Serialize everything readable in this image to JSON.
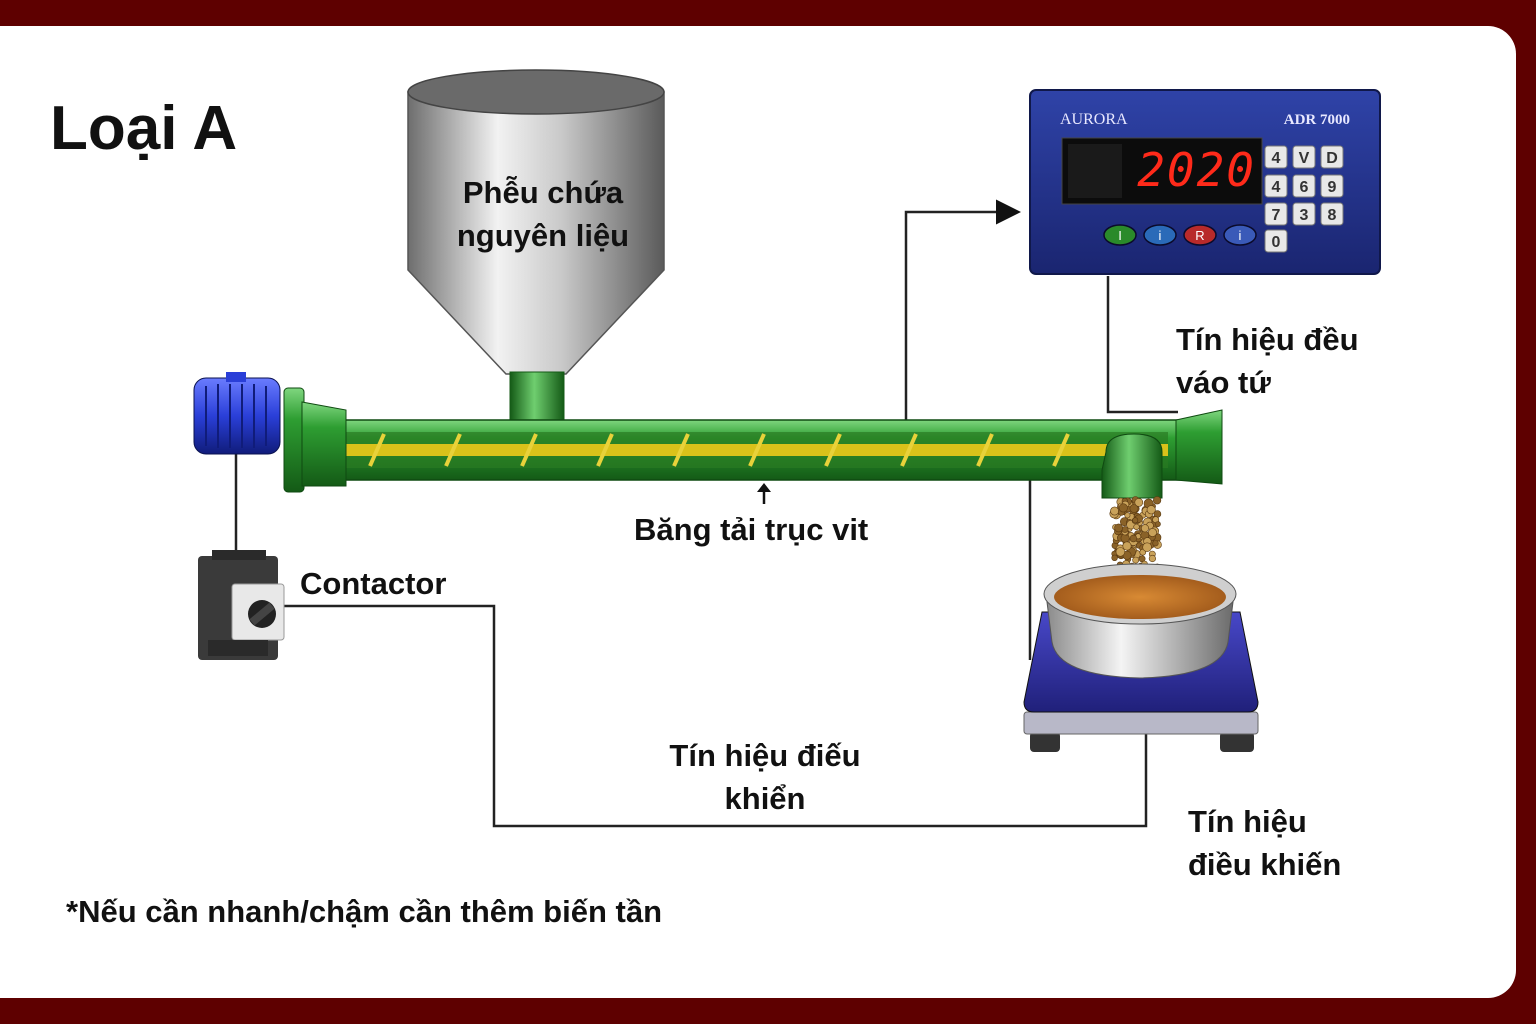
{
  "title": "Loại A",
  "hopper": {
    "line1": "Phễu chứa",
    "line2": "nguyên liệu"
  },
  "conveyor": {
    "label": "Băng tải trục vit"
  },
  "contactor": {
    "label": "Contactor"
  },
  "signal_input": {
    "line1": "Tín hiệu đều",
    "line2": "váo tứ"
  },
  "signal_control_center": {
    "line1": "Tín hiệu điếu",
    "line2": "khiển"
  },
  "signal_control_right": {
    "line1": "Tín hiệu",
    "line2": "điều khiến"
  },
  "footnote": "*Nếu cần nhanh/chậm cần thêm biến tần",
  "controller": {
    "brand": "AURORA",
    "model": "ADR 7000",
    "display": "2020",
    "keys": [
      [
        "4",
        "V",
        "D"
      ],
      [
        "4",
        "6",
        "9"
      ],
      [
        "7",
        "3",
        "8"
      ],
      [
        "0"
      ]
    ],
    "buttons": [
      "I",
      "i",
      "R",
      "i"
    ]
  },
  "colors": {
    "frame": "#5e0000",
    "conveyor": "#2e9e32",
    "screw": "#d9c21a",
    "motor": "#2a3fd8",
    "controller": "#22328a",
    "display_digits": "#ff2a1a",
    "scale": "#2c2c9c",
    "bowl_content": "#c87a2a"
  }
}
